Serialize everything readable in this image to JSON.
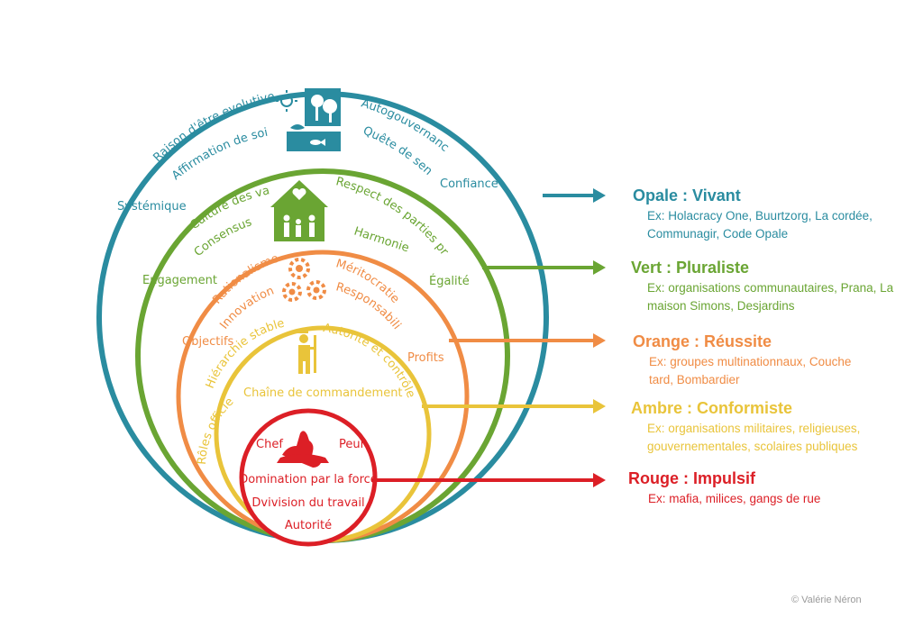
{
  "colors": {
    "opale": "#2a8ca0",
    "vert": "#6aa533",
    "orange": "#f08c45",
    "ambre": "#e9c43a",
    "rouge": "#dc1f26"
  },
  "opale": {
    "title": "Opale : Vivant",
    "examples": "Ex: Holacracy One, Buurtzorg, La cordée, Communagir, Code Opale",
    "words": [
      "Raison d'être evolutive",
      "Affirmation de soi",
      "Autogouvernance",
      "Quête de sens",
      "Systémique",
      "Confiance"
    ],
    "icon": "nature-scene-icon"
  },
  "vert": {
    "title": "Vert : Pluraliste",
    "examples": "Ex: organisations communautaires, Prana, La maison Simons,  Desjardins",
    "words": [
      "Culture des valeurs",
      "Respect des parties prenantes",
      "Consensus",
      "Harmonie",
      "Engagement",
      "Égalité"
    ],
    "icon": "family-house-icon"
  },
  "orange": {
    "title": "Orange : Réussite",
    "examples": "Ex: groupes multinationnaux, Couche tard, Bombardier",
    "words": [
      "Rationalisme",
      "Méritocratie",
      "Innovation",
      "Responsabilité",
      "Objectifs",
      "Profits"
    ],
    "icon": "gears-icon"
  },
  "ambre": {
    "title": "Ambre : Conformiste",
    "examples": "Ex: organisations militaires, religieuses, gouvernementales, scolaires publiques",
    "words": [
      "Hiérarchie stable",
      "Autorité et contrôle",
      "Chaîne de commandement",
      "Rôles officiels"
    ],
    "icon": "soldier-icon"
  },
  "rouge": {
    "title": "Rouge : Impulsif",
    "examples": "Ex: mafia, milices, gangs de rue",
    "words": [
      "Chef",
      "Peur",
      "Domination par la force",
      "Dvivision du travail",
      "Autorité"
    ],
    "icon": "howling-wolf-icon"
  },
  "credit": "© Valérie Néron"
}
